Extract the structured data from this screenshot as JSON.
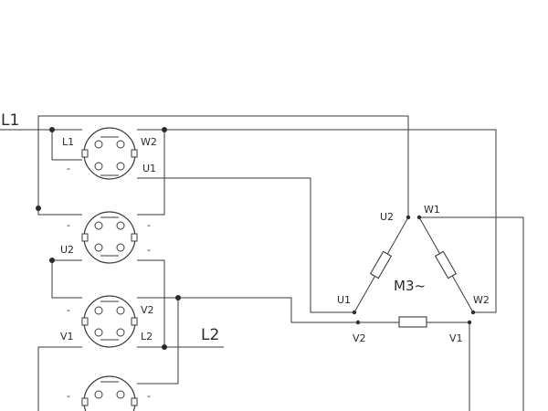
{
  "lines": {
    "l1": "L1",
    "l2": "L2"
  },
  "switch1": {
    "tl": "L1",
    "tr": "W2",
    "bl": "-",
    "br": "U1"
  },
  "switch2": {
    "tl": "-",
    "tr": "-",
    "bl": "U2",
    "br": "-"
  },
  "switch3": {
    "tl": "-",
    "tr": "V2",
    "bl": "V1",
    "br": "L2"
  },
  "switch4": {
    "tl": "-",
    "tr": "-"
  },
  "motor": {
    "name": "M3~",
    "u1": "U1",
    "u2": "U2",
    "v1": "V1",
    "v2": "V2",
    "w1": "W1",
    "w2": "W2"
  }
}
